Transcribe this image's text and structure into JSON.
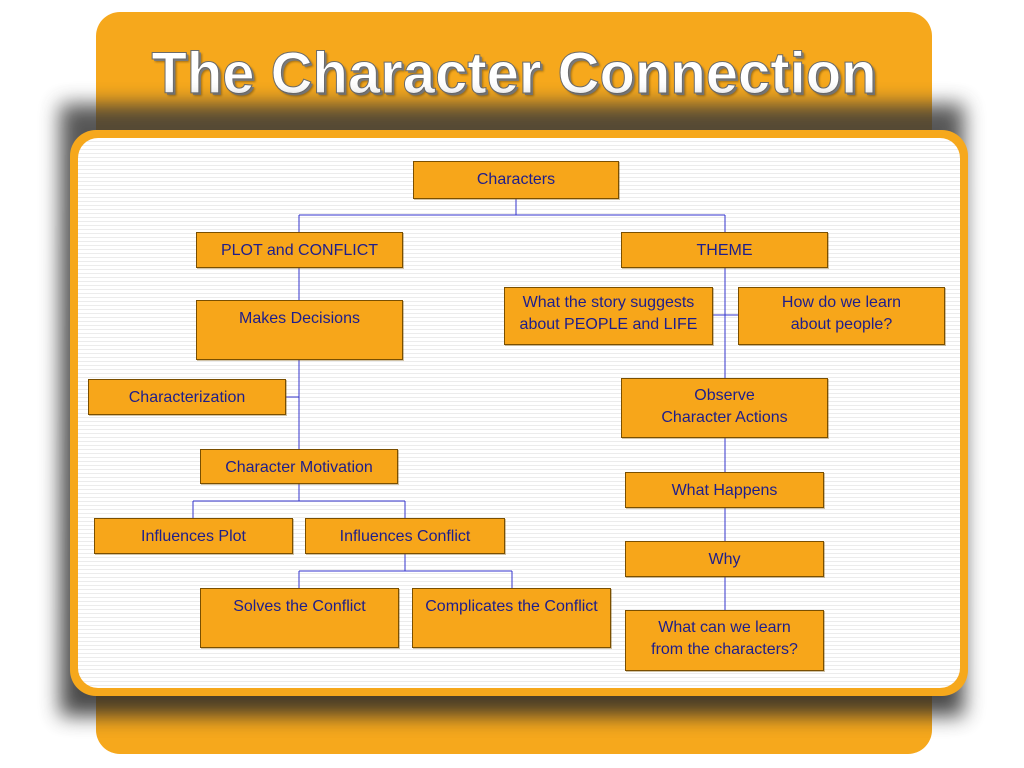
{
  "title": "The Character Connection",
  "colors": {
    "orange": "#f6a81c",
    "node_fill": "#f7a61a",
    "node_text": "#1e1e8c",
    "connector": "#3333cc",
    "title_text": "#ffffff"
  },
  "nodes": {
    "characters": "Characters",
    "plot_conflict": "PLOT and CONFLICT",
    "theme": "THEME",
    "makes_decisions": "Makes Decisions",
    "story_suggests": "What the story suggests\nabout PEOPLE and LIFE",
    "how_learn": "How do we learn\nabout people?",
    "characterization": "Characterization",
    "observe_actions": "Observe\nCharacter Actions",
    "motivation": "Character Motivation",
    "what_happens": "What Happens",
    "influences_plot": "Influences Plot",
    "influences_conflict": "Influences Conflict",
    "why": "Why",
    "solves": "Solves the Conflict",
    "complicates": "Complicates the Conflict",
    "what_learn": "What can we learn\nfrom the characters?"
  }
}
